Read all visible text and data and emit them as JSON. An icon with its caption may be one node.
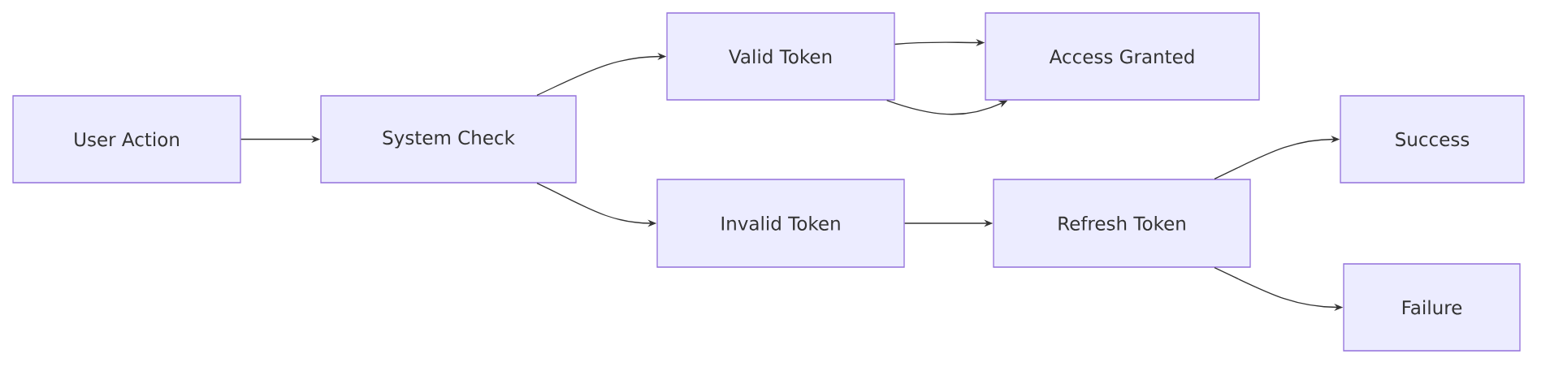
{
  "diagram": {
    "nodes": [
      {
        "text": [
          "User Action"
        ]
      },
      {
        "text": [
          "System Check"
        ]
      },
      {
        "text": [
          "Valid Token"
        ]
      },
      {
        "text": [
          "Access Granted"
        ]
      },
      {
        "text": [
          "Invalid Token"
        ]
      },
      {
        "text": [
          "Refresh Token"
        ]
      },
      {
        "text": [
          "Success"
        ]
      },
      {
        "text": [
          "Failure"
        ]
      }
    ],
    "edges": [
      {
        "from": 0,
        "to": 1,
        "arrow": "to"
      },
      {
        "from": 1,
        "to": 2,
        "arrow": "to"
      },
      {
        "from": 1,
        "to": 4,
        "arrow": "to"
      },
      {
        "from": 2,
        "to": 3,
        "arrow": "to"
      },
      {
        "from": 2,
        "to": 3,
        "arrow": "to"
      },
      {
        "from": 4,
        "to": 5,
        "arrow": "to"
      },
      {
        "from": 5,
        "to": 6,
        "arrow": "to"
      },
      {
        "from": 5,
        "to": 7,
        "arrow": "to"
      }
    ]
  }
}
